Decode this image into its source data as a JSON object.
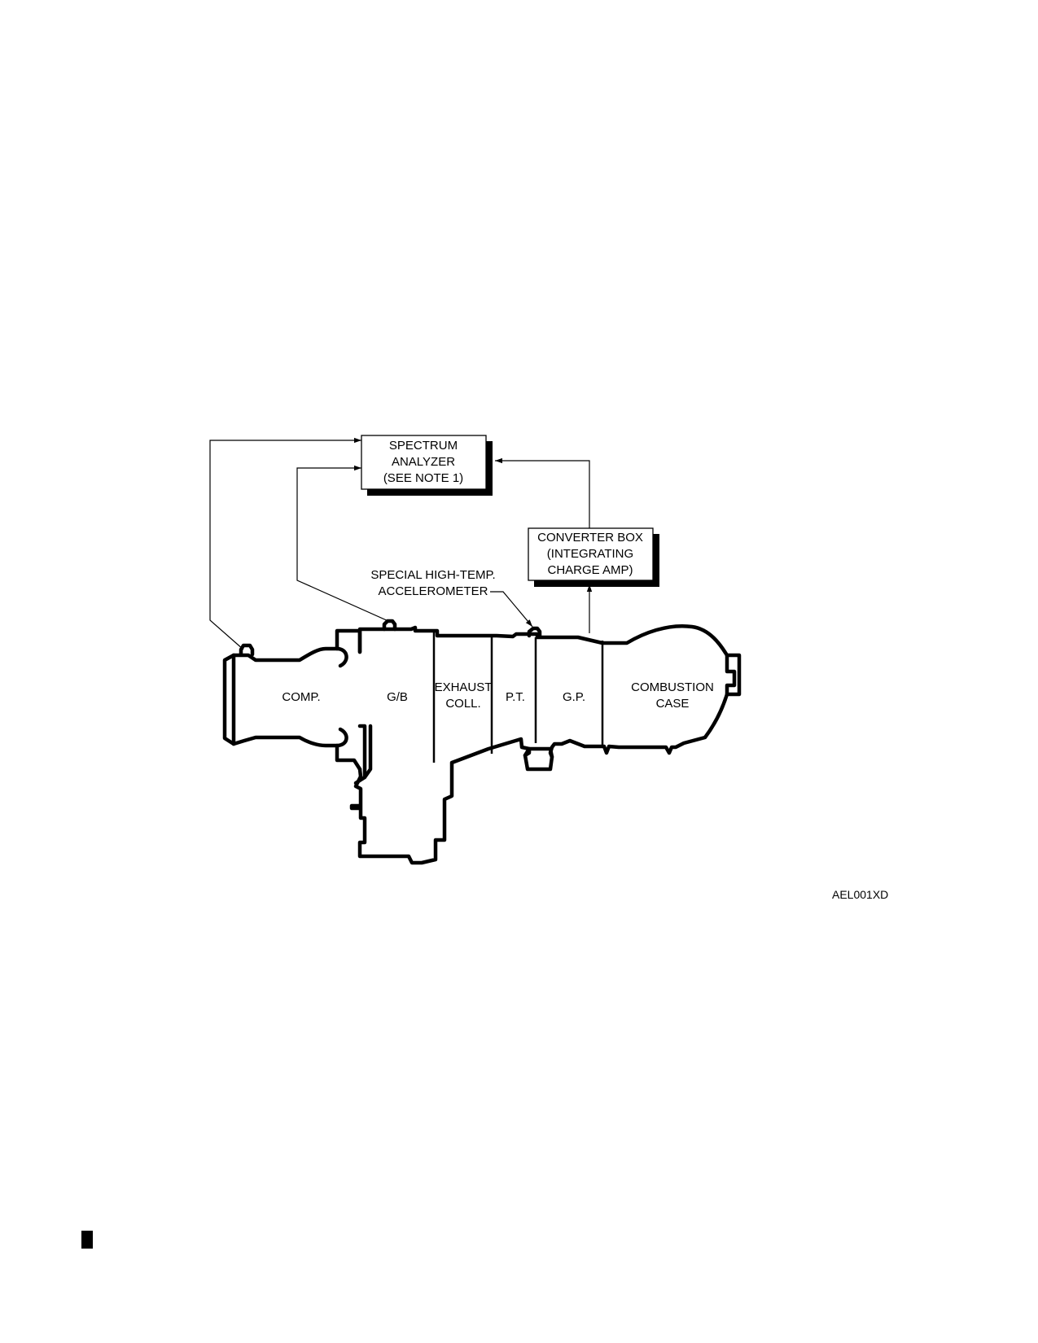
{
  "boxes": {
    "spectrum_analyzer": [
      "SPECTRUM",
      "ANALYZER",
      "(SEE NOTE 1)"
    ],
    "converter_box": [
      "CONVERTER BOX",
      "(INTEGRATING",
      "CHARGE AMP)"
    ]
  },
  "callout": {
    "accelerometer": [
      "SPECIAL HIGH-TEMP.",
      "ACCELEROMETER"
    ]
  },
  "sections": {
    "comp": "COMP.",
    "gb": "G/B",
    "exhaust": [
      "EXHAUST",
      "COLL."
    ],
    "pt": "P.T.",
    "gp": "G.P.",
    "combustion": [
      "COMBUSTION",
      "CASE"
    ]
  },
  "figure_id": "AEL001XD"
}
